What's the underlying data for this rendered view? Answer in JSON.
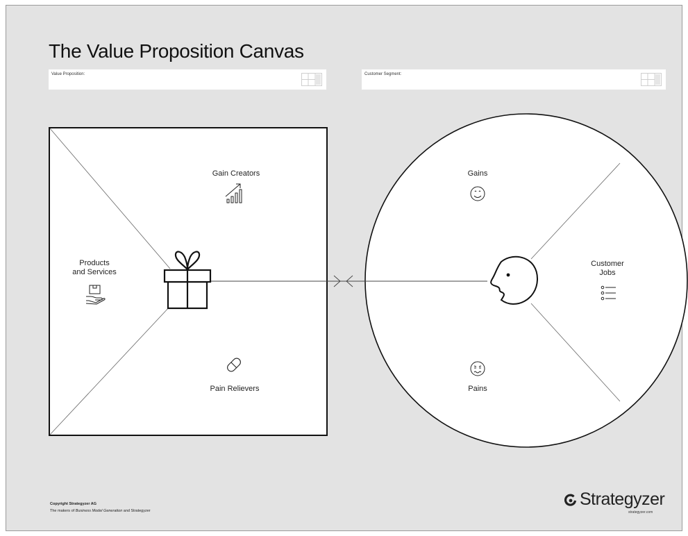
{
  "title": "The Value Proposition Canvas",
  "value_proposition": {
    "label": "Value Proposition:"
  },
  "customer_segment": {
    "label": "Customer Segment:"
  },
  "value_map": {
    "gain_creators": "Gain Creators",
    "products_services_line1": "Products",
    "products_services_line2": "and Services",
    "pain_relievers": "Pain Relievers"
  },
  "customer_profile": {
    "gains": "Gains",
    "customer_jobs_line1": "Customer",
    "customer_jobs_line2": "Jobs",
    "pains": "Pains"
  },
  "footer": {
    "copyright": "Copyright Strategyzer AG",
    "makers_prefix": "The makers of ",
    "makers_italic": "Business Model Generation",
    "makers_suffix": " and Strategyzer"
  },
  "brand": {
    "name": "Strategyzer",
    "url": "strategyzer.com"
  },
  "icons": {
    "gain_creators": "growth-chart-icon",
    "products_services": "product-hand-icon",
    "pain_relievers": "pill-icon",
    "value_map_center": "gift-icon",
    "gains": "smiley-face-icon",
    "customer_jobs": "checklist-icon",
    "pains": "sad-face-icon",
    "customer_center": "customer-head-icon",
    "brand": "strategyzer-logo-icon"
  }
}
